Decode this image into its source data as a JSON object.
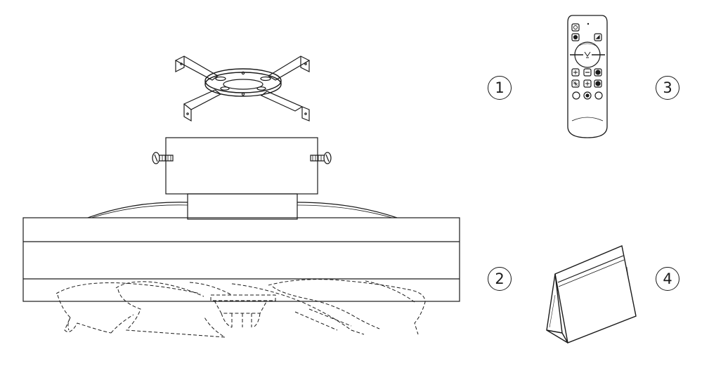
{
  "figure": {
    "callouts": [
      {
        "id": "1",
        "label": "1"
      },
      {
        "id": "2",
        "label": "2"
      },
      {
        "id": "3",
        "label": "3"
      },
      {
        "id": "4",
        "label": "4"
      }
    ],
    "remote_icons": [
      "power-icon",
      "light-icon",
      "fan-speed-icon",
      "timer-icon",
      "mode-icon",
      "color-temp-icon"
    ],
    "line_color": "#1a1a1a"
  }
}
